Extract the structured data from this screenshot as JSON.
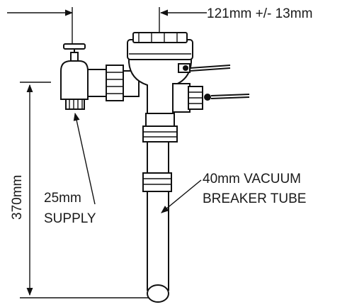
{
  "labels": {
    "width_dimension": "121mm +/- 13mm",
    "height_dimension": "370mm",
    "supply_line1": "25mm",
    "supply_line2": "SUPPLY",
    "vacuum_line1": "40mm VACUUM",
    "vacuum_line2": "BREAKER TUBE"
  }
}
